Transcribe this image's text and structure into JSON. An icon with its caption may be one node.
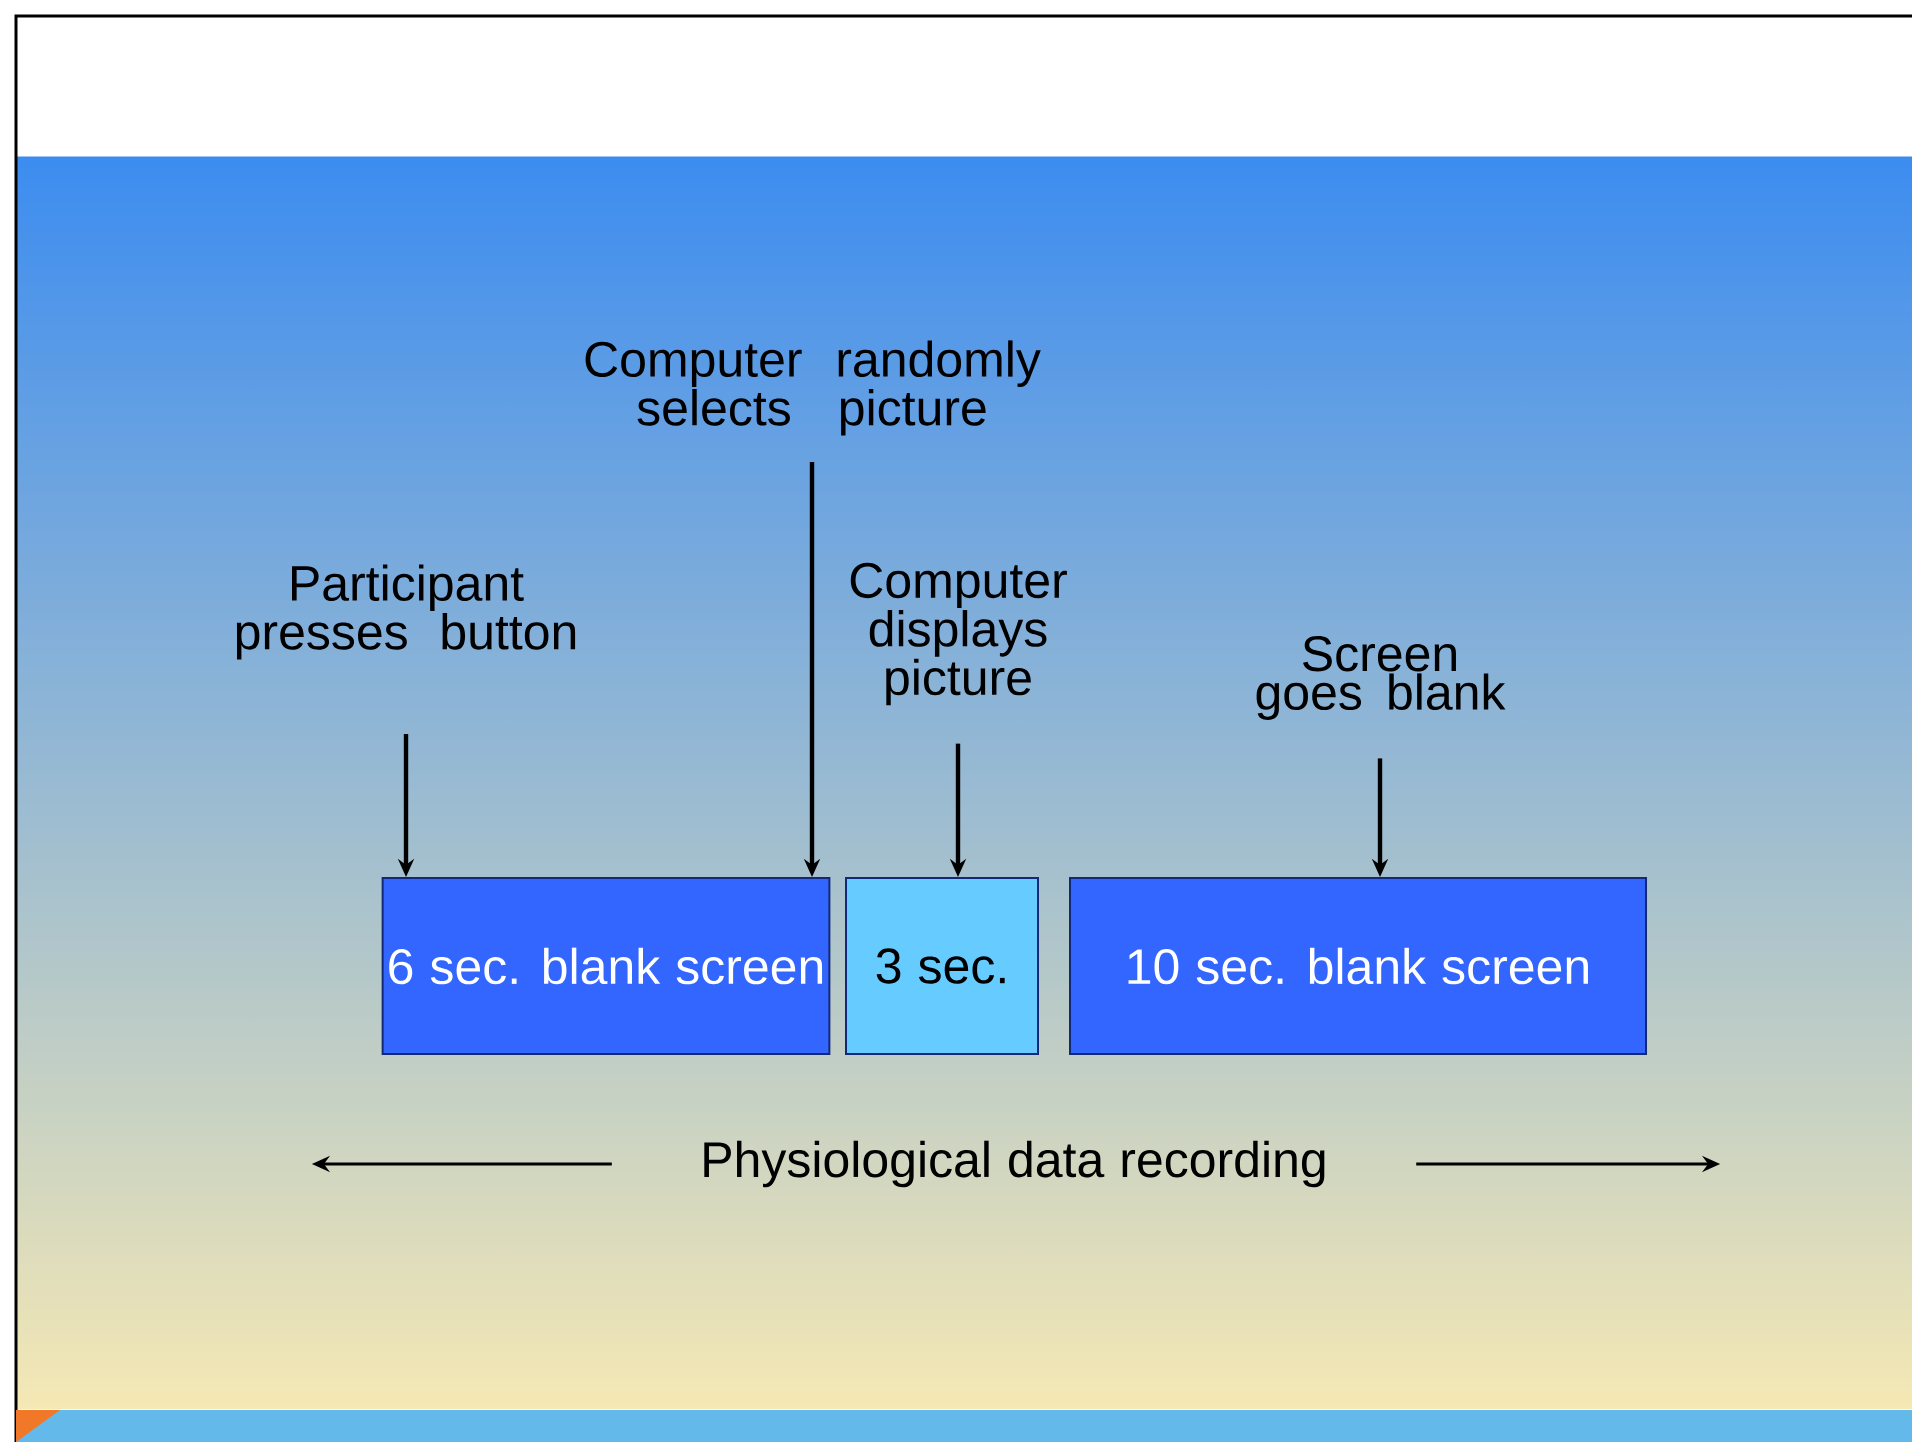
{
  "diagram": {
    "nodes": [
      {
        "text": [
          "Participant presses button"
        ]
      },
      {
        "text": [
          "Computer randomly selects picture"
        ]
      },
      {
        "text": [
          "Computer displays picture"
        ]
      },
      {
        "text": [
          "Screen goes blank"
        ]
      },
      {
        "text": [
          "6 sec. blank screen"
        ]
      },
      {
        "text": [
          "3 sec."
        ]
      },
      {
        "text": [
          "10 sec. blank screen"
        ]
      },
      {
        "text": [
          "Physiological data recording"
        ]
      }
    ],
    "edges": [
      {
        "from": 0,
        "to": 4,
        "arrow": "to"
      },
      {
        "from": 1,
        "to": 4,
        "arrow": "to"
      },
      {
        "from": 2,
        "to": 5,
        "arrow": "to"
      },
      {
        "from": 3,
        "to": 6,
        "arrow": "to"
      },
      {
        "from": 7,
        "to": null,
        "arrow": "to"
      },
      {
        "from": 7,
        "to": null,
        "arrow": "to"
      }
    ]
  }
}
